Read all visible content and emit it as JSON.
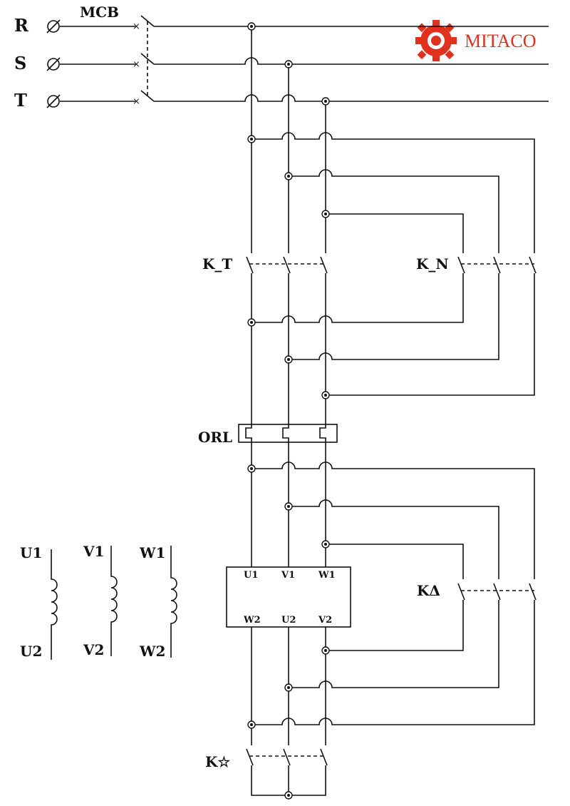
{
  "brand": {
    "name": "MITACO",
    "color": "#e0301e"
  },
  "labels": {
    "phase_r": "R",
    "phase_s": "S",
    "phase_t": "T",
    "mcb": "MCB",
    "k_t": "K_T",
    "k_n": "K_N",
    "orl": "ORL",
    "k_delta": "KΔ",
    "k_star": "K☆"
  },
  "windings": [
    {
      "top": "U1",
      "bottom": "U2"
    },
    {
      "top": "V1",
      "bottom": "V2"
    },
    {
      "top": "W1",
      "bottom": "W2"
    }
  ],
  "terminal_box": {
    "top": [
      "U1",
      "V1",
      "W1"
    ],
    "bottom": [
      "W2",
      "U2",
      "V2"
    ]
  },
  "icons": {
    "terminal": "terminal-circle-icon",
    "logo": "gear-icon"
  }
}
